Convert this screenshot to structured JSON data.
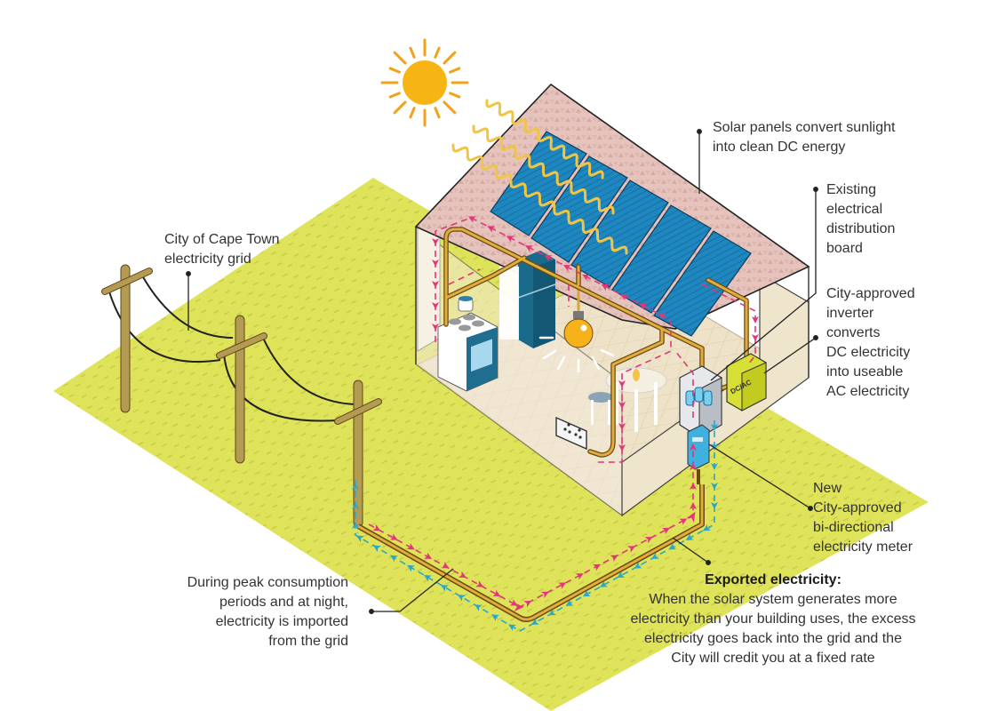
{
  "title": "Grid-tied solar PV system",
  "colors": {
    "background": "#ffffff",
    "ground": "#dfe35a",
    "ground_dash": "#b8bd3a",
    "roof": "#e6c4bd",
    "panel": "#1e87c0",
    "panel_dark": "#0f5f8f",
    "wall": "#f2ead9",
    "floor": "#e8dcc0",
    "sun": "#f7b515",
    "sun_ray": "#f2a21a",
    "cable": "#d9a535",
    "cable_outline": "#6b4a12",
    "pole": "#b59a52",
    "import_flow": "#e2357a",
    "export_flow": "#2aa7c9",
    "inverter": "#d8e035",
    "meter": "#3fb0e0",
    "db_board": "#c9ccd3",
    "text": "#333333"
  },
  "labels": {
    "solar_panels": {
      "lines": [
        "Solar panels convert sunlight",
        "into clean DC energy"
      ]
    },
    "distribution_board": {
      "lines": [
        "Existing",
        "electrical",
        "distribution",
        "board"
      ]
    },
    "inverter": {
      "lines": [
        "City-approved",
        "inverter",
        "converts",
        "DC electricity",
        "into useable",
        "AC electricity"
      ]
    },
    "grid": {
      "lines": [
        "City of Cape Town",
        "electricity grid"
      ]
    },
    "meter": {
      "lines": [
        "New",
        "City-approved",
        "bi-directional",
        "electricity meter"
      ]
    },
    "imported": {
      "lines": [
        "During peak consumption",
        "periods and at night,",
        "electricity is imported",
        "from the grid"
      ]
    },
    "exported": {
      "heading": "Exported electricity:",
      "lines": [
        "When the solar system generates more",
        "electricity than your building uses, the excess",
        "electricity goes back into the grid and the",
        "City will credit you at a fixed rate"
      ]
    }
  },
  "device_text": {
    "inverter_face": "DC/AC"
  },
  "icons": {
    "sun": "sun-icon",
    "sunlight": "sunlight-wave-icon",
    "solar_panel": "solar-panel-icon",
    "light_bulb": "light-bulb-icon",
    "stove": "stove-icon",
    "fridge": "fridge-icon",
    "socket": "power-socket-icon",
    "table": "table-icon",
    "inverter": "inverter-icon",
    "meter": "meter-icon",
    "distribution_board": "distribution-board-icon",
    "pole": "utility-pole-icon"
  }
}
